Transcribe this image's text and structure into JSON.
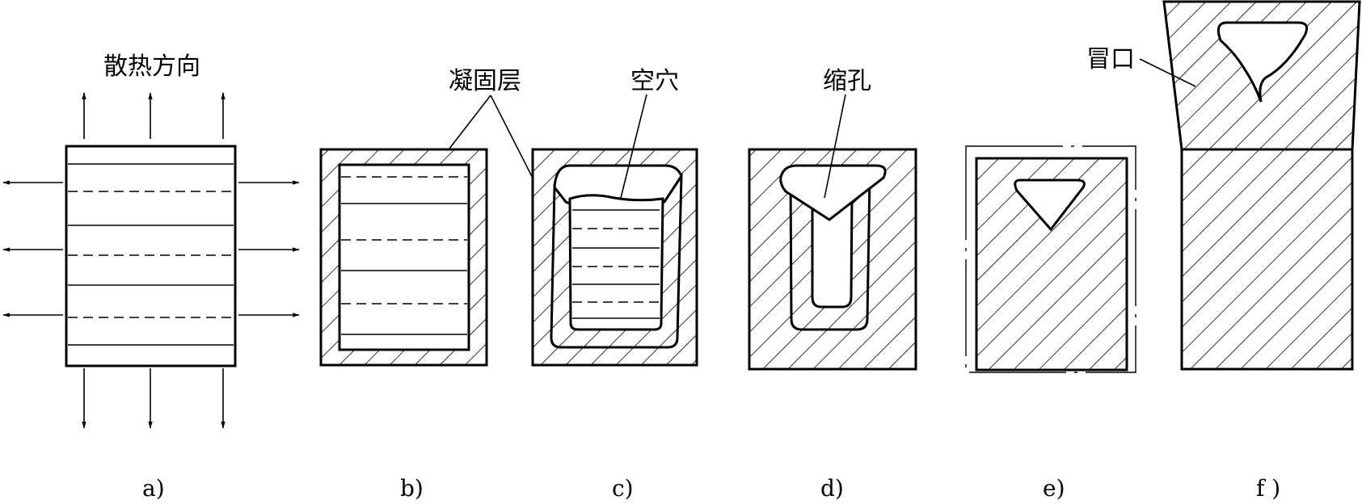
{
  "labels": {
    "heat_direction": "散热方向",
    "solidified_layer": "凝固层",
    "cavity": "空穴",
    "shrinkage_hole": "缩孔",
    "riser": "冒口"
  },
  "captions": [
    "a)",
    "b)",
    "c)",
    "d)",
    "e)",
    "f )"
  ],
  "colors": {
    "ink": "#000000",
    "background": "#ffffff"
  }
}
